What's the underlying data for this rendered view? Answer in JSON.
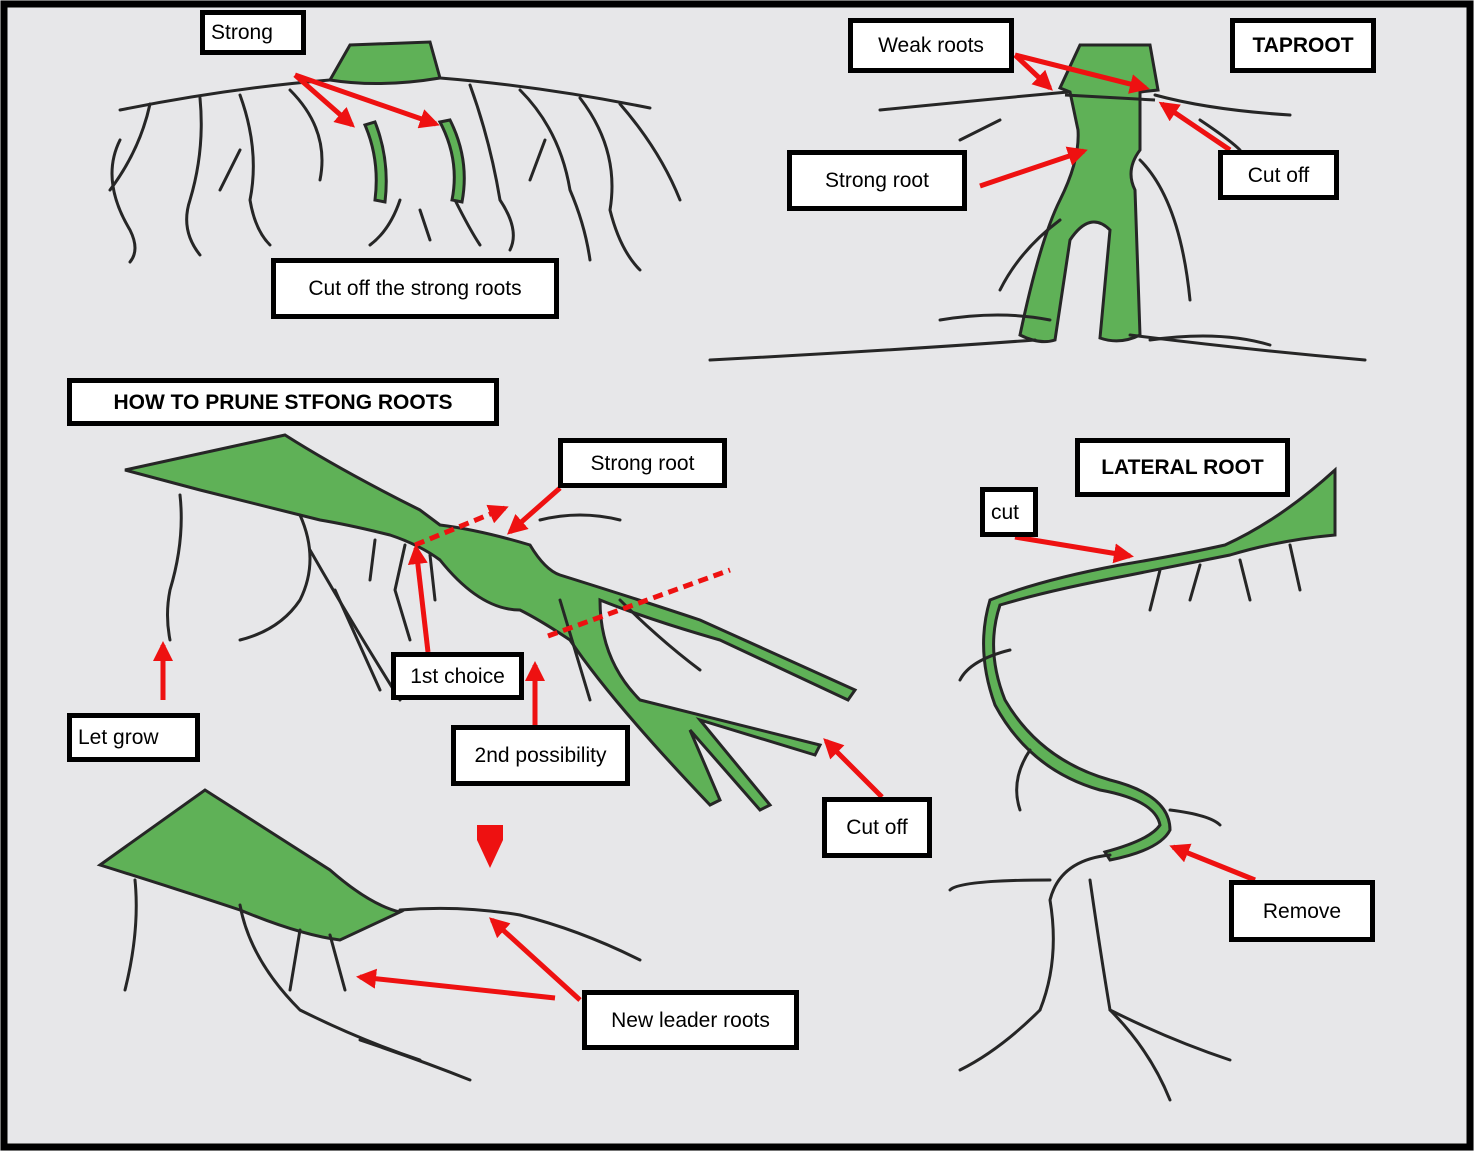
{
  "colors": {
    "background": "#e7e7e9",
    "frame": "#000000",
    "root_fill": "#5fb157",
    "root_line": "#262626",
    "arrow": "#ee1111"
  },
  "labels": {
    "strong": "Strong",
    "cut_off_strong_roots": "Cut off the strong roots",
    "weak_roots": "Weak roots",
    "taproot": "TAPROOT",
    "strong_root_taproot": "Strong root",
    "cut_off_taproot": "Cut off",
    "how_to_prune": "HOW TO PRUNE STFONG ROOTS",
    "strong_root_prune": "Strong root",
    "lateral_root": "LATERAL ROOT",
    "cut": "cut",
    "first_choice": "1st choice",
    "let_grow": "Let grow",
    "second_possibility": "2nd possibility",
    "cut_off_prune": "Cut off",
    "remove": "Remove",
    "new_leader_roots": "New leader roots"
  }
}
